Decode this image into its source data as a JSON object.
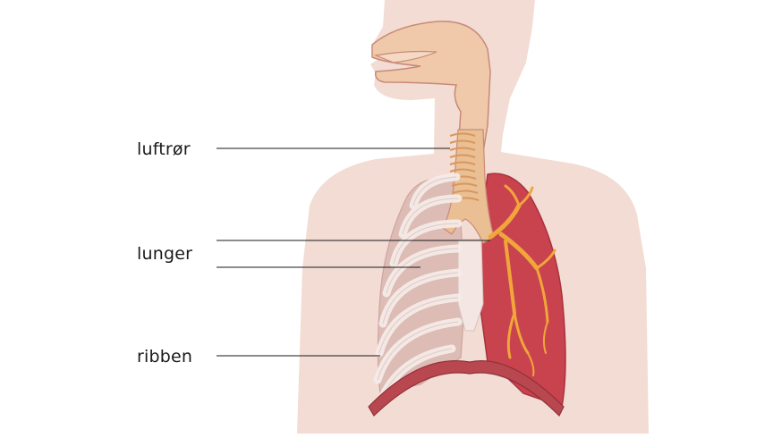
{
  "labels": {
    "trachea": "luftrør",
    "lungs": "lunger",
    "ribs": "ribben"
  },
  "colors": {
    "skin": "#f2dcd3",
    "skin_outline": "#e7c9bd",
    "airway": "#e9bf93",
    "airway_outline": "#c98a79",
    "trachea_rings": "#e2a86c",
    "lung_fill": "#c9434e",
    "lung_dark": "#a8313e",
    "bronchi": "#f0a63a",
    "ribs": "#f7ecea",
    "ribs_outline": "#d9c2bd",
    "diaphragm": "#b8474f",
    "leader_line": "#1a1a1a"
  }
}
